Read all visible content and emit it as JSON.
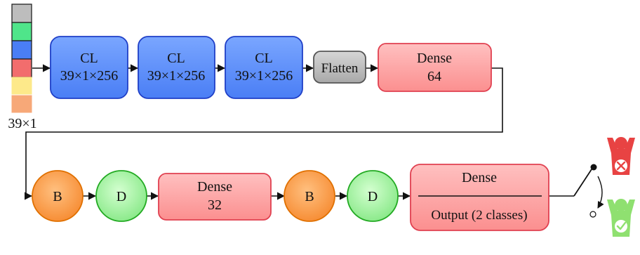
{
  "input": {
    "label": "39×1",
    "cell_colors": [
      "#bdbdbd",
      "#4fe58a",
      "#4a7ef5",
      "#f26d6d",
      "#fde98a",
      "#f7a878"
    ]
  },
  "conv_layers": [
    {
      "title": "CL",
      "shape": "39×1×256"
    },
    {
      "title": "CL",
      "shape": "39×1×256"
    },
    {
      "title": "CL",
      "shape": "39×1×256"
    }
  ],
  "flatten": {
    "label": "Flatten"
  },
  "dense_64": {
    "title": "Dense",
    "units": "64"
  },
  "batchnorm_1": {
    "label": "B"
  },
  "dropout_1": {
    "label": "D"
  },
  "dense_32": {
    "title": "Dense",
    "units": "32"
  },
  "batchnorm_2": {
    "label": "B"
  },
  "dropout_2": {
    "label": "D"
  },
  "dense_out": {
    "title": "Dense",
    "subtitle": "Output (2 classes)"
  },
  "colors": {
    "conv_fill": "#5b8ff4",
    "conv_stroke": "#1f3fc7",
    "flatten_fill": "#bdbdbd",
    "flatten_stroke": "#555555",
    "dense_fill": "#fca8a8",
    "dense_stroke": "#e04050",
    "bn_fill": "#f7a050",
    "bn_stroke": "#e07000",
    "drop_fill": "#9ff0a0",
    "drop_stroke": "#22aa22",
    "person_red": "#e84343",
    "person_green": "#8fe070"
  },
  "icons": {
    "output_red": "person-x-icon",
    "output_green": "person-check-icon",
    "switch": "switch-icon"
  }
}
